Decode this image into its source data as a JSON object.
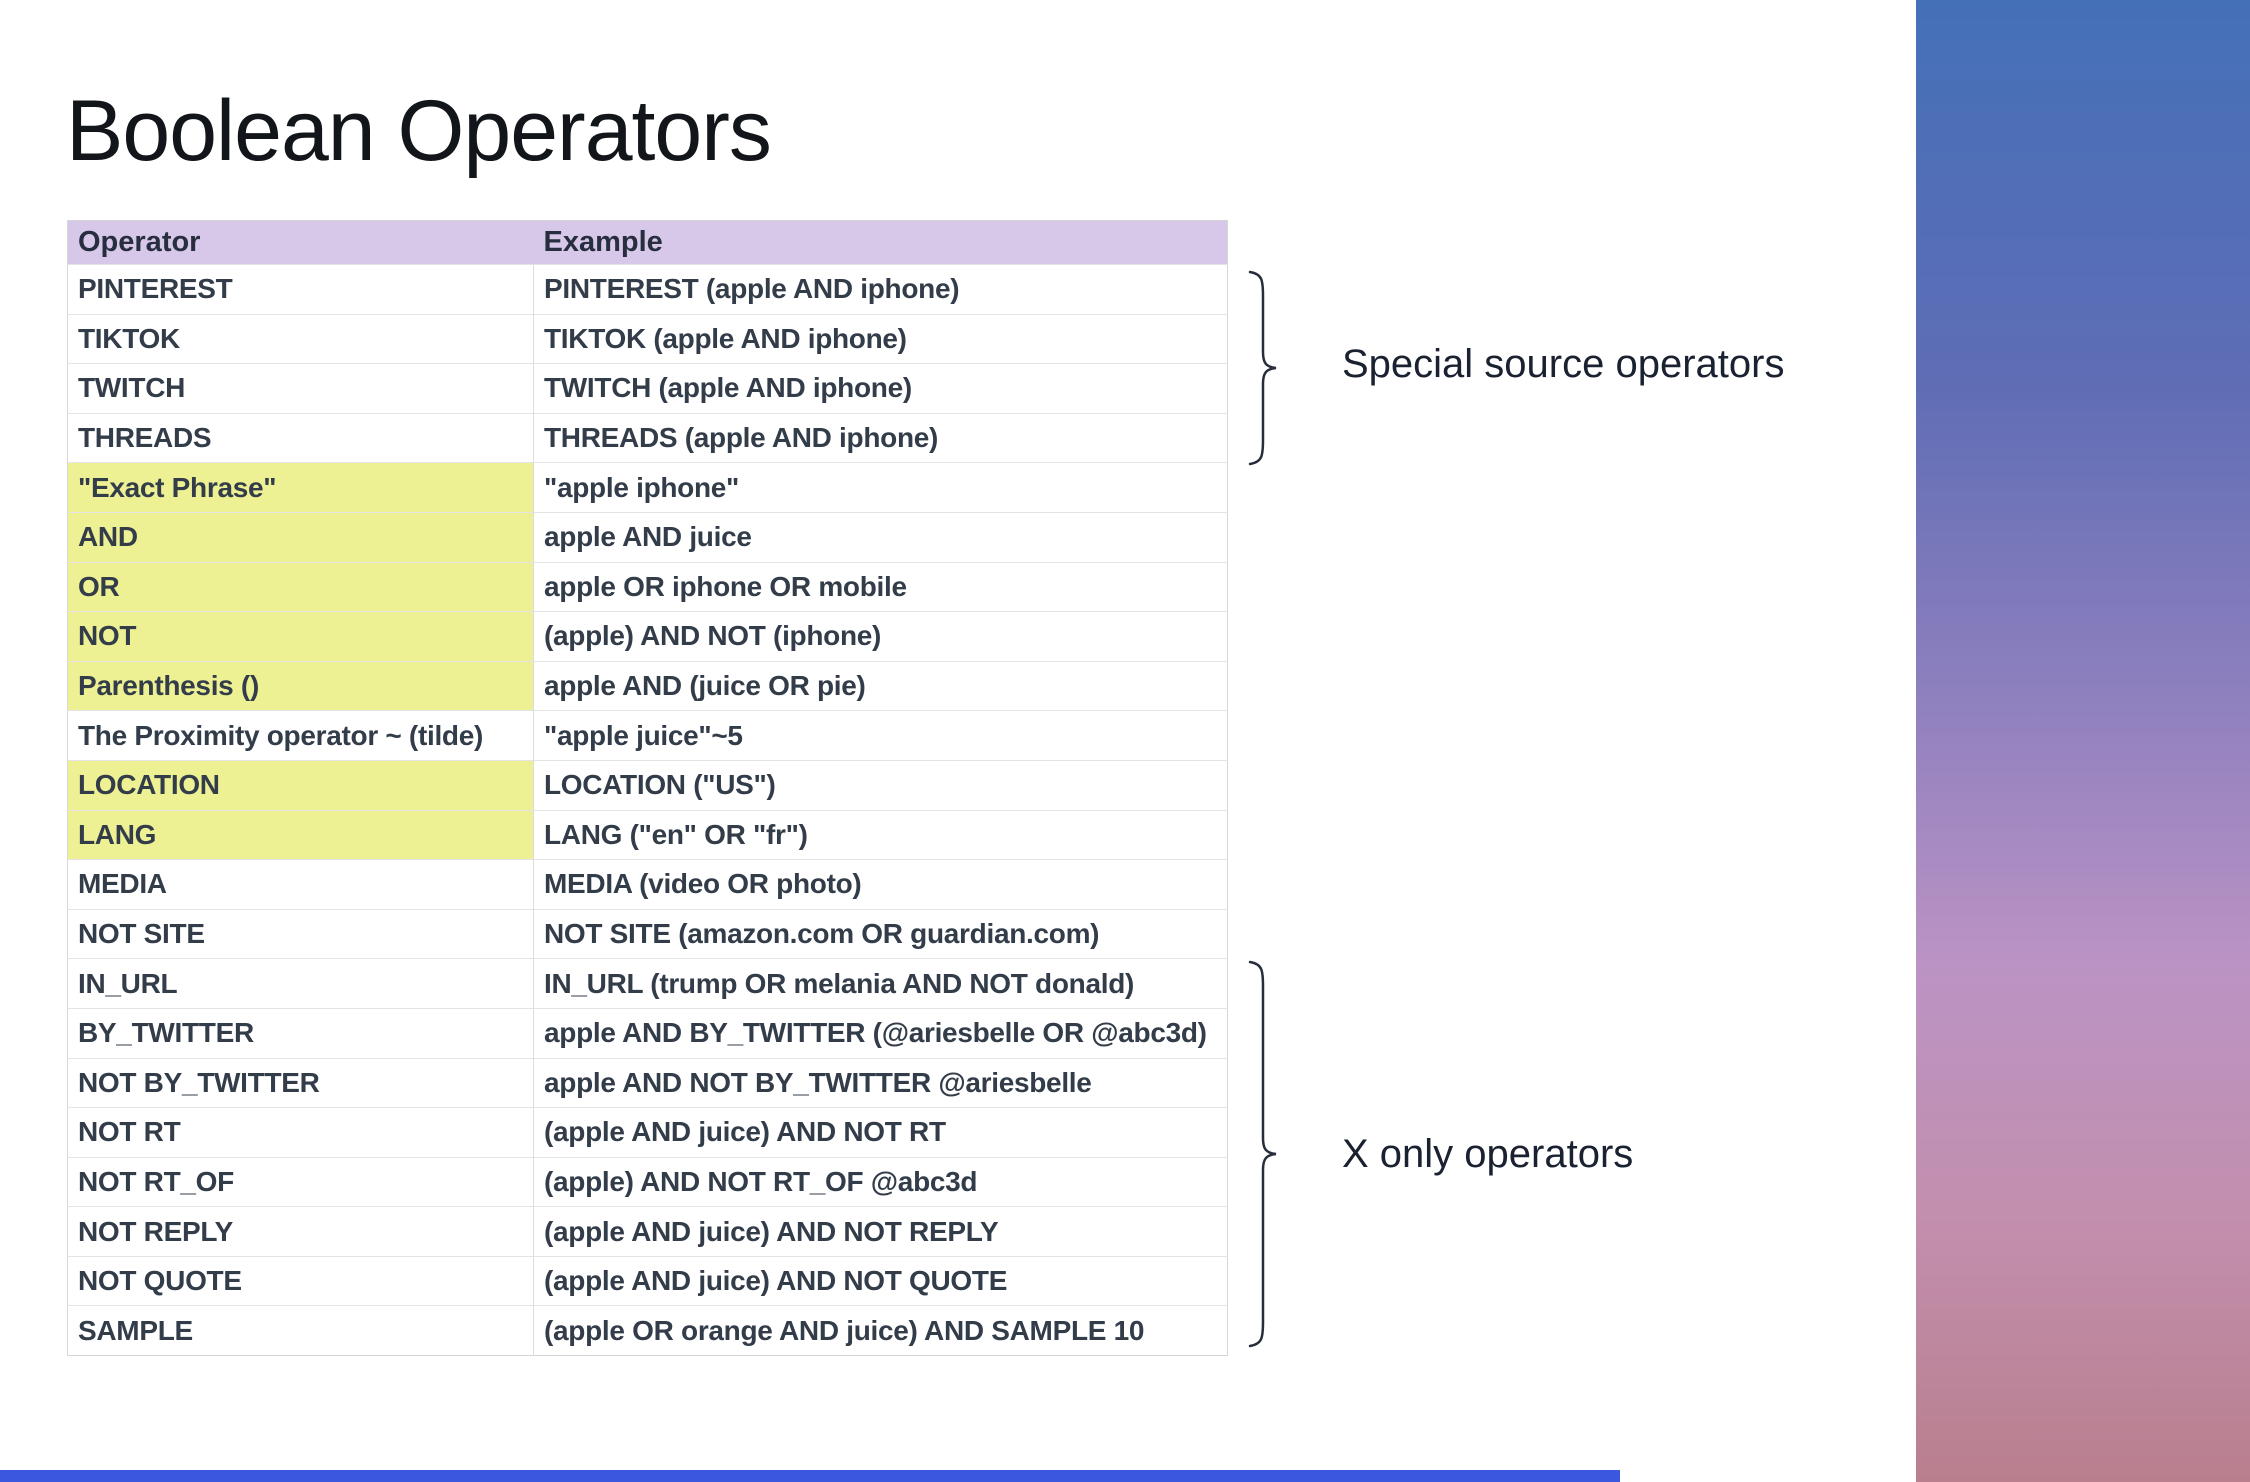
{
  "title": "Boolean Operators",
  "table": {
    "columns": [
      "Operator",
      "Example"
    ],
    "rows": [
      {
        "operator": "PINTEREST",
        "example": "PINTEREST (apple AND iphone)",
        "highlight": false
      },
      {
        "operator": "TIKTOK",
        "example": "TIKTOK (apple AND iphone)",
        "highlight": false
      },
      {
        "operator": "TWITCH",
        "example": "TWITCH (apple AND iphone)",
        "highlight": false
      },
      {
        "operator": "THREADS",
        "example": "THREADS (apple AND iphone)",
        "highlight": false
      },
      {
        "operator": "\"Exact Phrase\"",
        "example": "\"apple iphone\"",
        "highlight": true
      },
      {
        "operator": "AND",
        "example": "apple AND juice",
        "highlight": true
      },
      {
        "operator": "OR",
        "example": "apple OR iphone OR mobile",
        "highlight": true
      },
      {
        "operator": "NOT",
        "example": "(apple) AND NOT (iphone)",
        "highlight": true
      },
      {
        "operator": "Parenthesis ()",
        "example": "apple AND (juice OR pie)",
        "highlight": true
      },
      {
        "operator": "The Proximity operator ~ (tilde)",
        "example": "\"apple juice\"~5",
        "highlight": false
      },
      {
        "operator": "LOCATION",
        "example": "LOCATION (\"US\")",
        "highlight": true
      },
      {
        "operator": "LANG",
        "example": "LANG (\"en\" OR \"fr\")",
        "highlight": true
      },
      {
        "operator": "MEDIA",
        "example": "MEDIA (video OR photo)",
        "highlight": false
      },
      {
        "operator": "NOT SITE",
        "example": "NOT SITE (amazon.com OR guardian.com)",
        "highlight": false
      },
      {
        "operator": "IN_URL",
        "example": "IN_URL (trump OR melania AND NOT donald)",
        "highlight": false
      },
      {
        "operator": "BY_TWITTER",
        "example": "apple AND BY_TWITTER (@ariesbelle OR @abc3d)",
        "highlight": false
      },
      {
        "operator": "NOT BY_TWITTER",
        "example": "apple AND NOT BY_TWITTER @ariesbelle",
        "highlight": false
      },
      {
        "operator": "NOT RT",
        "example": "(apple AND juice) AND NOT RT",
        "highlight": false
      },
      {
        "operator": "NOT RT_OF",
        "example": "(apple) AND NOT RT_OF @abc3d",
        "highlight": false
      },
      {
        "operator": "NOT REPLY",
        "example": "(apple AND juice) AND NOT REPLY",
        "highlight": false
      },
      {
        "operator": "NOT QUOTE",
        "example": "(apple AND juice) AND NOT QUOTE",
        "highlight": false
      },
      {
        "operator": "SAMPLE",
        "example": "(apple OR orange AND juice) AND SAMPLE 10",
        "highlight": false
      }
    ]
  },
  "annotations": [
    {
      "id": "special-source",
      "label": "Special source operators"
    },
    {
      "id": "x-only",
      "label": "X only operators"
    }
  ],
  "colors": {
    "header_bg": "#d7c7e8",
    "highlight_bg": "#eef094",
    "title_text": "#121519",
    "cell_text": "#333d4a",
    "header_text": "#272e3f",
    "annotation_text": "#1a2130",
    "brace_stroke": "#272d3a",
    "row_border": "#e4e4e6",
    "table_border": "#d6d6d8",
    "progress_bar": "#3b57e0",
    "gradient": [
      "#4470b8",
      "#5f6db5",
      "#9181bf",
      "#bb93c4",
      "#c28fae",
      "#b97f8e"
    ]
  }
}
